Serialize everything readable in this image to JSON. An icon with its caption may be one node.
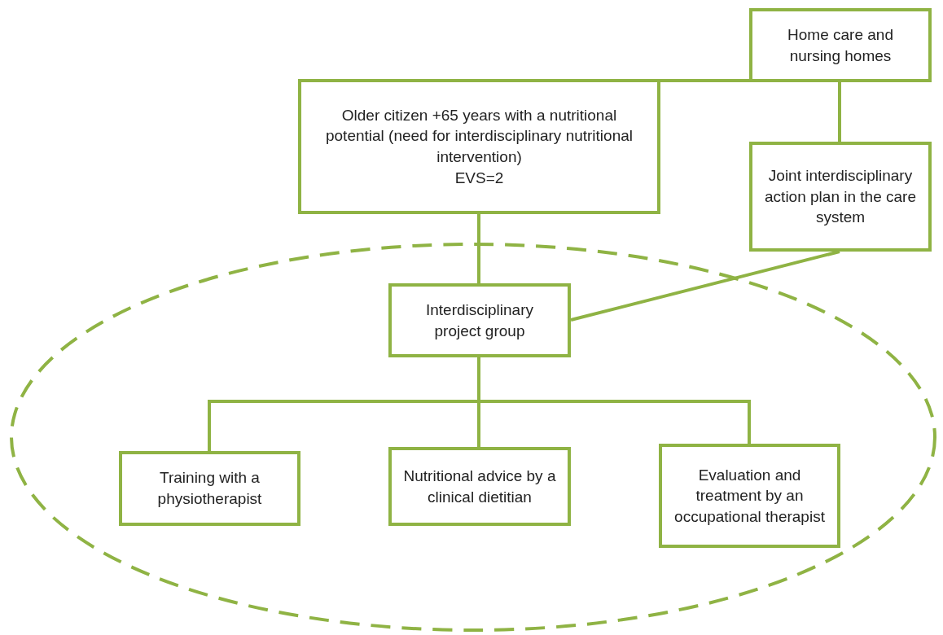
{
  "diagram": {
    "nodes": [
      {
        "text": [
          "Home care and nursing homes"
        ]
      },
      {
        "text": [
          "Older citizen +65  years with a nutritional potential (need for interdisciplinary nutritional intervention)",
          "EVS=2"
        ]
      },
      {
        "text": [
          "Joint interdisciplinary action plan in the care system"
        ]
      },
      {
        "text": [],
        "shape": "ellipse"
      },
      {
        "text": [
          "Interdisciplinary project group"
        ],
        "in": 3
      },
      {
        "text": [
          "Training with a physiotherapist"
        ],
        "in": 3
      },
      {
        "text": [
          "Nutritional advice by a clinical dietitian"
        ],
        "in": 3
      },
      {
        "text": [
          "Evaluation and treatment by an occupational therapist"
        ],
        "in": 3
      }
    ],
    "edges": [
      {
        "from": 0,
        "to": 1,
        "arrow": "none"
      },
      {
        "from": 0,
        "to": 2,
        "arrow": "none"
      },
      {
        "from": 1,
        "to": 4,
        "arrow": "none"
      },
      {
        "from": 2,
        "to": 4,
        "arrow": "none"
      },
      {
        "from": 4,
        "to": 5,
        "arrow": "none"
      },
      {
        "from": 4,
        "to": 6,
        "arrow": "none"
      },
      {
        "from": 4,
        "to": 7,
        "arrow": "none"
      }
    ]
  }
}
